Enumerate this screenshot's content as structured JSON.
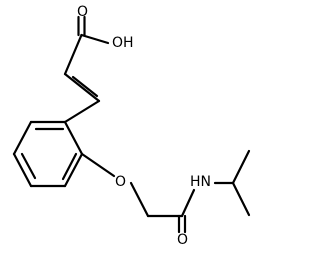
{
  "molecule": {
    "atom_labels": {
      "carbonyl_o_acid": "O",
      "hydroxyl": "OH",
      "ether_o": "O",
      "amide_n": "HN",
      "amide_o": "O"
    }
  }
}
